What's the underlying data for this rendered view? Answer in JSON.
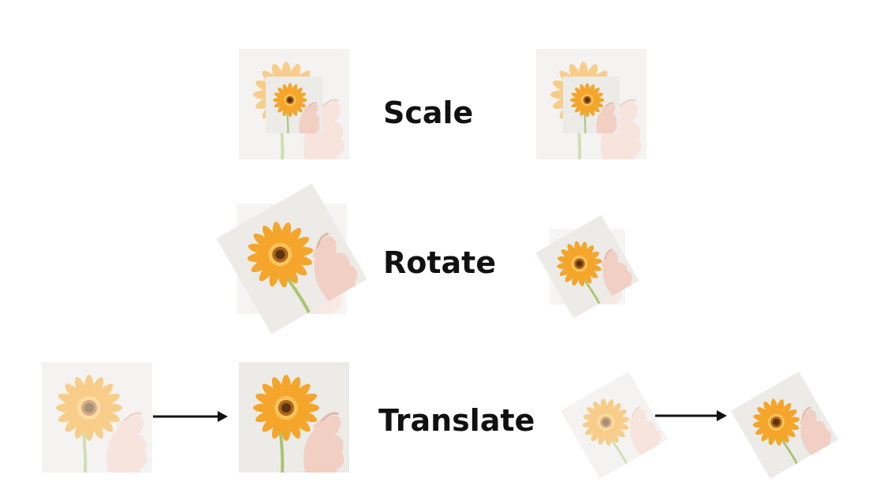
{
  "transformations": [
    {
      "label": "Scale"
    },
    {
      "label": "Rotate"
    },
    {
      "label": "Translate"
    }
  ],
  "colors": {
    "background": "#ffffff",
    "photo_bg": "#ecebe8",
    "petal": "#f4a52a",
    "petal_light": "#f8c25a",
    "flower_center": "#7a4a14",
    "stem": "#a9c46e",
    "hand": "#f1cfc3",
    "arrow": "#111111"
  },
  "icons": [
    "flower-photo",
    "arrow-right-icon"
  ]
}
